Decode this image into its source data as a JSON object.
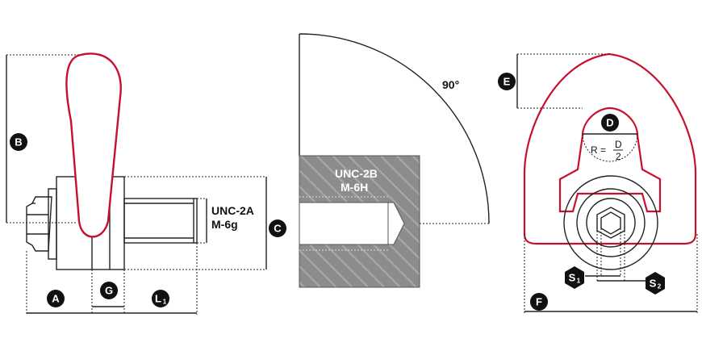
{
  "badges": {
    "a": "A",
    "b": "B",
    "c": "C",
    "d": "D",
    "e": "E",
    "f": "F",
    "g": "G",
    "l1_main": "L",
    "l1_sub": "1",
    "s1_main": "S",
    "s1_sub": "1",
    "s2_main": "S",
    "s2_sub": "2"
  },
  "thread_external": {
    "line1": "UNC-2A",
    "line2": "M-6g"
  },
  "thread_internal": {
    "line1": "UNC-2B",
    "line2": "M-6H"
  },
  "angle_label": "90°",
  "radius_formula": {
    "prefix": "R =",
    "numerator": "D",
    "denominator": "2"
  },
  "colors": {
    "accent": "#c8102e",
    "ink": "#111111",
    "block": "#8a8a8a"
  }
}
